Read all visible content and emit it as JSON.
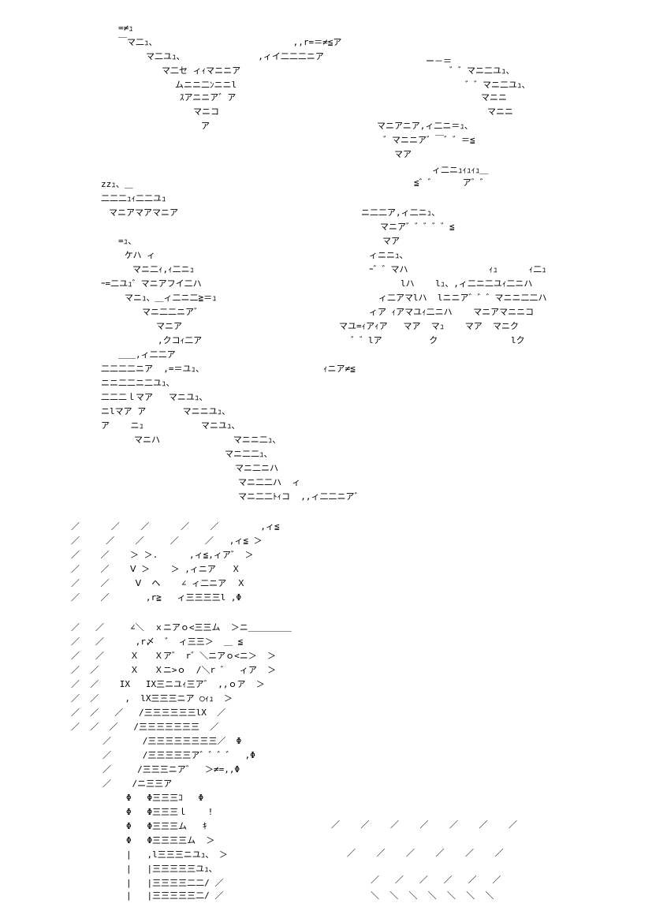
{
  "colors": {
    "background": "#ffffff",
    "ink": "#000000"
  },
  "art": {
    "top": [
      "=≠ｭ",
      "￣マ二ｭ、                          ,,r=＝≠≦ア",
      "マ二ユｭ、              ,ィイ二二二ニア",
      "マ二セ ィｨマニニア",
      "ムニニ二ﾝニニl",
      "ｽアニニア゛ア",
      "マニコ",
      "ア",
      "",
      "zzｭ、＿",
      "二二二ｭｨ二二ユｭ",
      "マニアマアマニア",
      "",
      "=ｭ、",
      "ケハ ィ",
      "マニ二ｨ,ｨ二ニｭ",
      "ｰ=二ユｭ゛マニアフイ二ハ",
      "マニｭ、＿ィ二ニ二≧＝ｭ",
      "マニ二二ニア゛",
      "マニア",
      ",クコｨ二ア",
      "＿＿,ィ二二ア",
      "二二二二ニア  ,=＝ユｭ、",
      "ニニ二二ニ二ユｭ、",
      "二二二ｌマア   マニユｭ、",
      "ニlマア ア       マニニユｭ、",
      "ア    ニｭ           マニユｭ、",
      "マニハ              マニニ二ｭ、",
      "マニ二二ｭ、",
      "マニ二ニハ",
      "マニ二二ハ  ィ",
      "マニ二二ﾄｨコ  ,,ィ二二ニア゛"
    ],
    "right": [
      "ー－＝",
      "゛゛マニ二ユｭ、",
      "゛゛マニ二ユｭ、",
      "マニニ",
      "マニニ",
      "マニアニア,ィ二ニ＝ｭ、",
      "゛マニニア゛￣゛゛＝≦",
      "マア",
      "ィ二ニｭｨｭｨｭ＿",
      "≦゛゛     ア゛゛",
      "ニ二二ア,ィ二ニｭ、",
      "マニア゛゛゛゛゛≦",
      "マア",
      "ィニニｭ、",
      "ｰ゛゛マハ",
      "ｨｭ      ｨ二ｭ",
      "lハ    lｭ、,ィ二ニ二ユｨ二ニハ",
      "ィ二アマlハ  lニニア゛゛゛マニニ二二ハ",
      "ィア ｨアマユｨ二ニハ    マニアマニニコ",
      "マユ=ｨアｨア   マア  マｭ    マア  マニク",
      "゛゛lア         ク              lク",
      "ｨニア≠≦"
    ],
    "bottom": [
      "／      ／    ／      ／    ／        ,ィ≦",
      "／     ／    ／     ／     ／   ,ィ≦ ＞",
      "／    ／    ＞ ＞.      ,ィ≦,ィア゛ ＞",
      "／    ／    Ⅴ ＞    ＞ ,ィニア   Ｘ",
      "／    ／     Ⅴ  ヘ    ∠ ィ二ニア  Ｘ",
      "／    ／       ,r≧   ィ三三三三l ,Φ",
      "／   ／     ∠＼  ｘニアｏ<三三ム  ＞ニ＿＿＿＿＿",
      "／   ／      ,r〆  ゛ ィ三三＞  ＿ ≦",
      "／   ／     Ｘ   Ｘア゛ r゛＼ニアｏ<ニ＞  ＞",
      "／  ／      Ｘ   Ｘニ>ｏ  /＼r ゛  ィア  ＞",
      "／  ／    IX   IX三ニユｨ三ア゛ ,,ｏア  ＞",
      "／  ／     ,  lX三三三ニア ○ｨｭ  ＞",
      "／  ／   ／   /三三三三三三lX  ／",
      "／  ／  ／   /三三三三三三三  ／",
      "／      /三三三三三三三三／  Φ",
      "／      /三三三三三ア゛゛゛゛  ,Φ",
      "／     /三三三ニア゛  ＞≠=,,Φ",
      "／    /ニ三三ア",
      "Φ   Φ三三三ｺ   Φ",
      "Φ   Φ三三三ｌ    !",
      "Φ   Φ三三三ム   ｷ",
      "Φ   Φ三三三三ム  ＞",
      "|   ,l三三三ニユｭ、 ＞",
      "|   |三三三三三ユｭ、",
      "|   |三三三三二二/ ／",
      "|   |三三三三三二/ ／",
      "／    ／    ／    ／    ／    ／    ／",
      "／    ／    ／    ／    ／    ／",
      "／   ／   ／   ／   ／   ／",
      "＼  ＼  ＼  ＼  ＼  ＼  ＼"
    ]
  }
}
